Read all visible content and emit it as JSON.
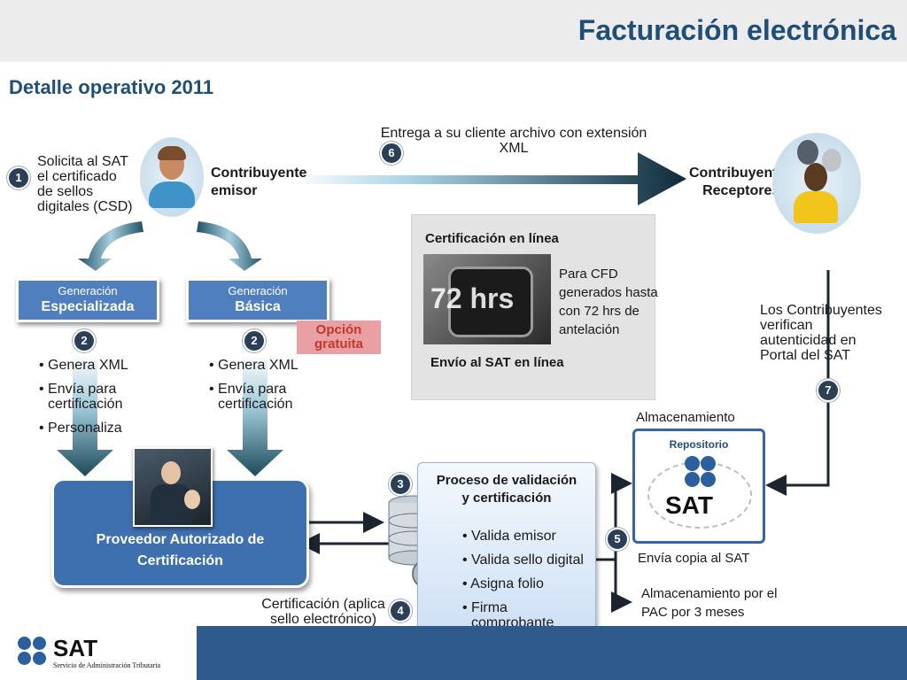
{
  "header": {
    "title": "Facturación electrónica",
    "subtitle": "Detalle operativo 2011"
  },
  "step1": {
    "number": "1",
    "text": [
      "Solicita al SAT",
      "el certificado",
      "de sellos",
      "digitales (CSD)"
    ]
  },
  "emisor": {
    "line1": "Contribuyente",
    "line2": "emisor"
  },
  "step6": {
    "number": "6",
    "text": [
      "Entrega a su cliente archivo con extensión",
      "XML"
    ]
  },
  "receptores": {
    "line1": "Contribuyentes",
    "line2": "Receptores"
  },
  "gen_especializada": {
    "line1": "Generación",
    "line2": "Especializada",
    "badge": "2",
    "items": [
      "• Genera XML",
      "• Envía para certificación",
      "• Personaliza"
    ]
  },
  "gen_basica": {
    "line1": "Generación",
    "line2": "Básica",
    "badge": "2",
    "items": [
      "• Genera XML",
      "• Envía para certificación"
    ]
  },
  "opcion_gratuita": {
    "line1": "Opción",
    "line2": "gratuita"
  },
  "cert_en_linea": {
    "title": "Certificación en línea",
    "stopwatch_text": "72 hrs",
    "desc": [
      "Para CFD",
      "generados hasta",
      "con 72 hrs de",
      "antelación"
    ],
    "footer": "Envío al SAT en línea"
  },
  "step7": {
    "number": "7",
    "text": [
      "Los Contribuyentes",
      "verifican",
      "autenticidad en",
      "Portal del SAT"
    ]
  },
  "almacenamiento": "Almacenamiento",
  "repositorio": {
    "title": "Repositorio",
    "logo_text": "SAT"
  },
  "pac": {
    "line1": "Proveedor Autorizado de",
    "line2": "Certificación"
  },
  "step3": {
    "number": "3"
  },
  "proceso": {
    "title": [
      "Proceso de validación",
      "y certificación"
    ],
    "items": [
      "• Valida emisor",
      "• Valida sello digital",
      "• Asigna folio",
      "• Firma comprobante"
    ]
  },
  "step4": {
    "number": "4",
    "text": [
      "Certificación (aplica",
      "sello electrónico)"
    ]
  },
  "step5": {
    "number": "5",
    "text": "Envía copia al SAT"
  },
  "pac_storage": [
    "Almacenamiento por el",
    "PAC por 3 meses"
  ],
  "footer": {
    "logo_text": "SAT",
    "org_name": "Servicio de Administración Tributaria"
  },
  "colors": {
    "title_blue": "#1f4e79",
    "box_blue": "#4f7fbf",
    "badge": "#2b3f57",
    "footer_blue": "#2f5a8c",
    "opcion_red": "#c0392b"
  }
}
